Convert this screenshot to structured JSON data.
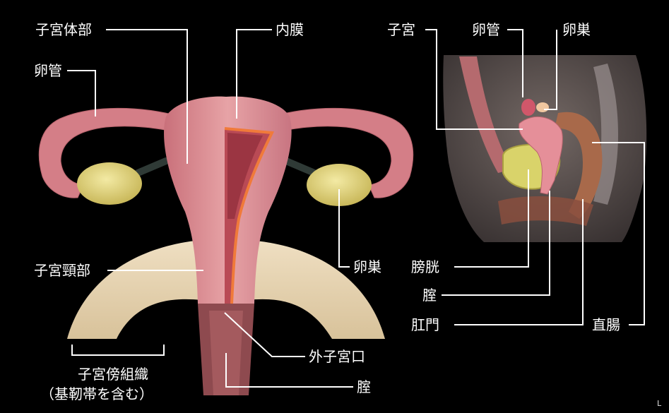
{
  "colors": {
    "background": "#000000",
    "uterus": "#d98a8f",
    "tube": "#d47e87",
    "ovary": "#e4d77e",
    "endometrium": "#b94a55",
    "pelvic_tissue": "#e9d7b4",
    "label_line": "#ffffff"
  },
  "labels": {
    "uterus_body": "子宮体部",
    "endometrium": "内膜",
    "fallopian_tube_left": "卵管",
    "ovary_left": "卵巣",
    "cervix": "子宮頸部",
    "parametrium_line1": "子宮傍組織",
    "parametrium_line2": "（基靭帯を含む）",
    "external_os": "外子宮口",
    "vagina_left": "腟",
    "uterus_right": "子宮",
    "fallopian_tube_right": "卵管",
    "ovary_right": "卵巣",
    "bladder": "膀胱",
    "vagina_right": "腟",
    "anus": "肛門",
    "rectum": "直腸",
    "corner_mark": "L"
  }
}
